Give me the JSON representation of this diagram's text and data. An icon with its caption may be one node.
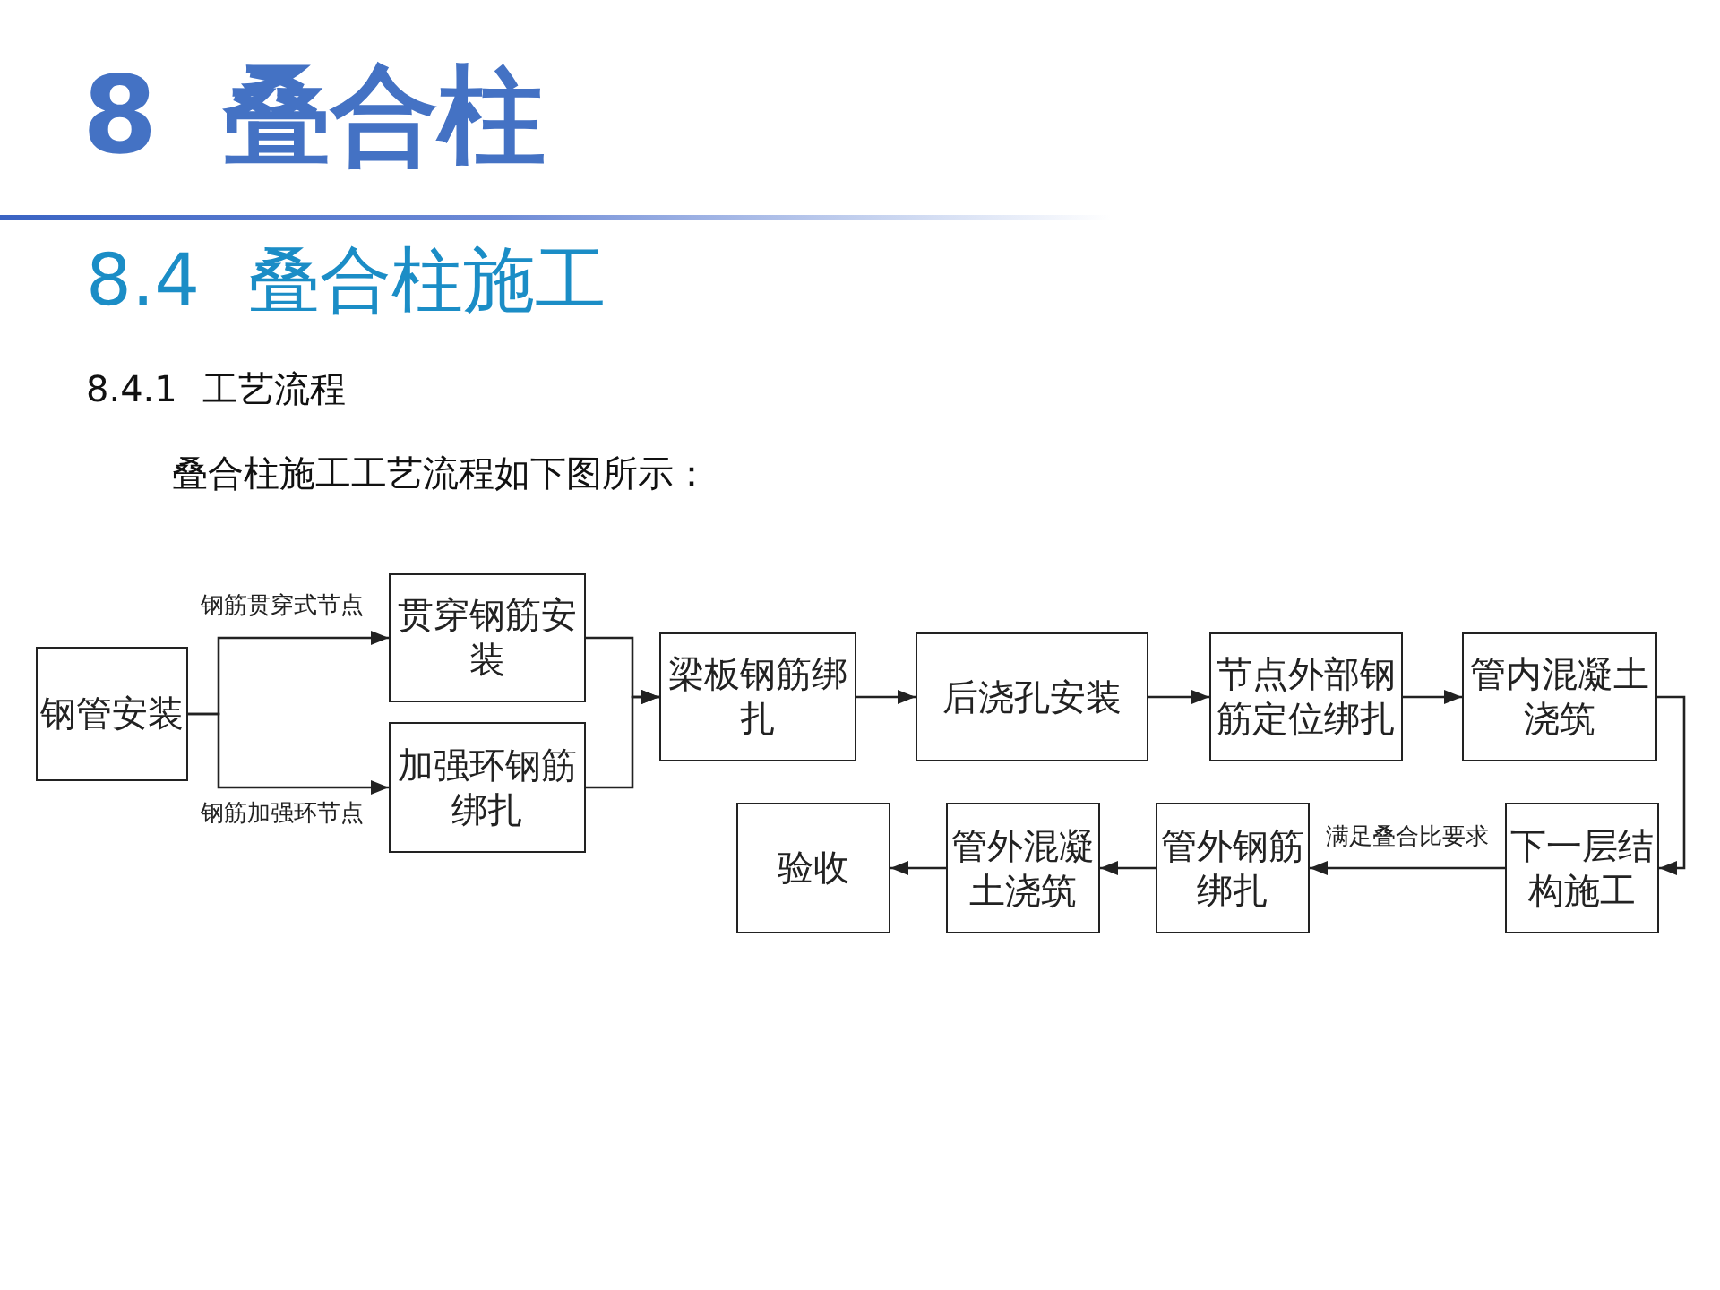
{
  "diagram": {
    "title": "8 叠合柱",
    "nodes": [
      {
        "text": [
          "钢管安装"
        ]
      },
      {
        "text": [
          "贯穿钢筋安装"
        ]
      },
      {
        "text": [
          "加强环钢筋绑扎"
        ]
      },
      {
        "text": [
          "梁板钢筋绑扎"
        ]
      },
      {
        "text": [
          "后浇孔安装"
        ]
      },
      {
        "text": [
          "节点外部钢筋定位绑扎"
        ]
      },
      {
        "text": [
          "管内混凝土浇筑"
        ]
      },
      {
        "text": [
          "下一层结构施工"
        ]
      },
      {
        "text": [
          "管外钢筋绑扎"
        ]
      },
      {
        "text": [
          "管外混凝土浇筑"
        ]
      },
      {
        "text": [
          "验收"
        ]
      }
    ],
    "edges": [
      {
        "from": 0,
        "to": 1,
        "arrow": "to",
        "label": "钢筋贯穿式节点"
      },
      {
        "from": 0,
        "to": 2,
        "arrow": "to",
        "label": "钢筋加强环节点"
      },
      {
        "from": 1,
        "to": 3,
        "arrow": "to"
      },
      {
        "from": 2,
        "to": 3,
        "arrow": "to"
      },
      {
        "from": 3,
        "to": 4,
        "arrow": "to"
      },
      {
        "from": 4,
        "to": 5,
        "arrow": "to"
      },
      {
        "from": 5,
        "to": 6,
        "arrow": "to"
      },
      {
        "from": 6,
        "to": 7,
        "arrow": "to"
      },
      {
        "from": 7,
        "to": 8,
        "arrow": "to",
        "label": "满足叠合比要求"
      },
      {
        "from": 8,
        "to": 9,
        "arrow": "to"
      },
      {
        "from": 9,
        "to": 10,
        "arrow": "to"
      }
    ],
    "labels": [
      "8.4 叠合柱施工",
      "8.4.1 工艺流程",
      "叠合柱施工工艺流程如下图所示："
    ]
  }
}
